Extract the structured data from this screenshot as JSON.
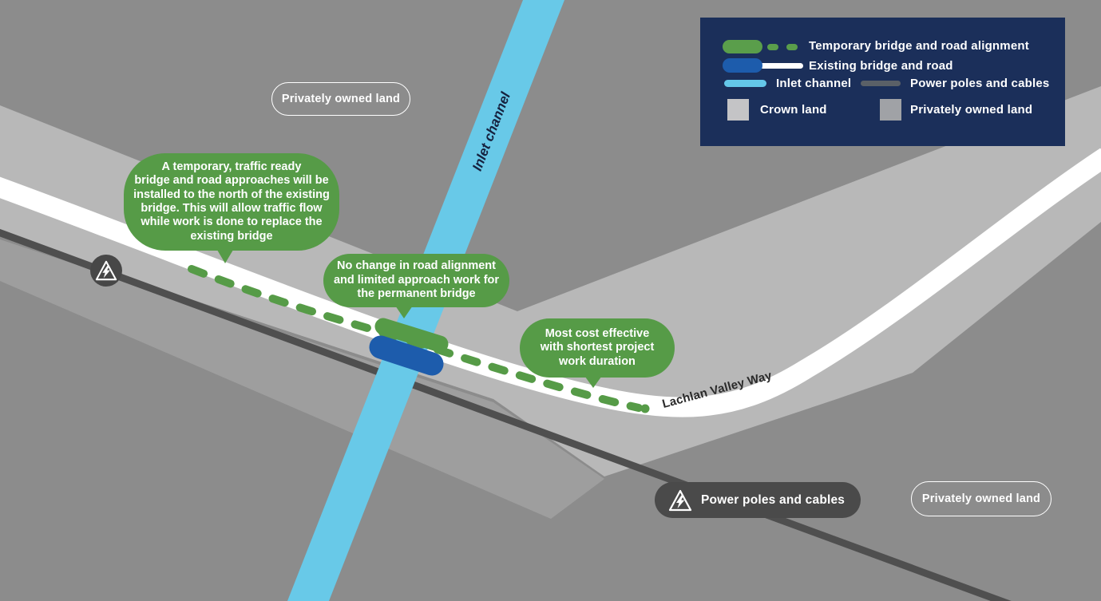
{
  "colors": {
    "background_land": "#8c8c8c",
    "crown_land_parcel": "#b8b8b8",
    "parcel_shade": "#9e9e9e",
    "inlet_channel_blue": "#68c9e8",
    "existing_road_white": "#ffffff",
    "power_line_gray": "#4f4f4f",
    "temporary_alignment_green": "#569b47",
    "existing_bridge_blue": "#1d5cac",
    "legend_background_navy": "#1b2f5a",
    "dark_pill_gray": "#4a4a4a"
  },
  "legend": {
    "items": [
      {
        "key": "temporary-bridge",
        "label": "Temporary bridge and road alignment"
      },
      {
        "key": "existing-bridge",
        "label": "Existing bridge and road"
      },
      {
        "key": "inlet-channel",
        "label": "Inlet channel"
      },
      {
        "key": "power-poles",
        "label": "Power poles and cables"
      },
      {
        "key": "crown-land",
        "label": "Crown land"
      },
      {
        "key": "private-land",
        "label": "Privately owned land"
      }
    ]
  },
  "map": {
    "land_labels": {
      "private_top": "Privately owned land",
      "private_bottom": "Privately owned land"
    },
    "power_label": "Power poles and cables",
    "inlet_label": "Inlet channel",
    "road_label": "Lachlan Valley Way",
    "callouts": [
      {
        "text": "A temporary, traffic ready\nbridge and road approaches will be\ninstalled to the north of the existing\nbridge. This will allow traffic flow\nwhile work is done to replace the\nexisting bridge"
      },
      {
        "text": "No change in road alignment\nand limited approach work for\nthe permanent bridge"
      },
      {
        "text": "Most cost effective\nwith shortest project\nwork duration"
      }
    ]
  }
}
